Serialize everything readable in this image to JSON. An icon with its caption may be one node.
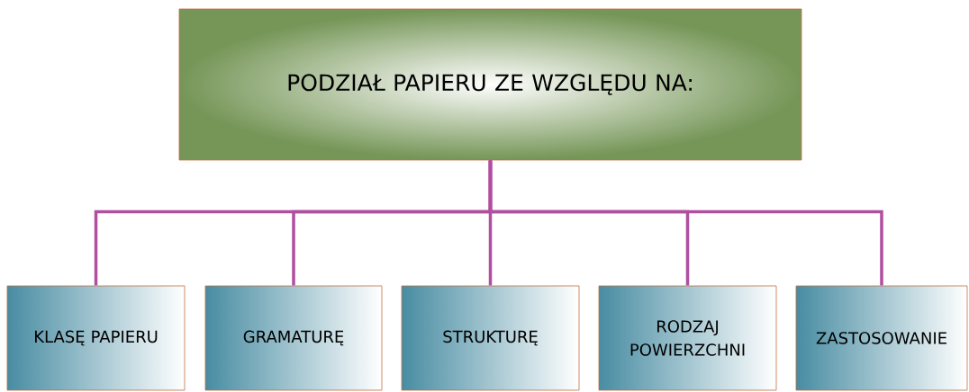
{
  "diagram": {
    "nodes": [
      {
        "text": [
          "PODZIAŁ PAPIERU ZE WZGLĘDU NA:"
        ]
      },
      {
        "text": [
          "KLASĘ PAPIERU"
        ]
      },
      {
        "text": [
          "GRAMATURĘ"
        ]
      },
      {
        "text": [
          "STRUKTURĘ"
        ]
      },
      {
        "text": [
          "RODZAJ POWIERZCHNI"
        ]
      },
      {
        "text": [
          "ZASTOSOWANIE"
        ]
      }
    ],
    "edges": [
      {
        "from": 0,
        "to": 1,
        "arrow": "none",
        "color": "#b04fa0"
      },
      {
        "from": 0,
        "to": 2,
        "arrow": "none",
        "color": "#b04fa0"
      },
      {
        "from": 0,
        "to": 3,
        "arrow": "none",
        "color": "#b04fa0"
      },
      {
        "from": 0,
        "to": 4,
        "arrow": "none",
        "color": "#b04fa0"
      },
      {
        "from": 0,
        "to": 5,
        "arrow": "none",
        "color": "#b04fa0"
      }
    ]
  }
}
